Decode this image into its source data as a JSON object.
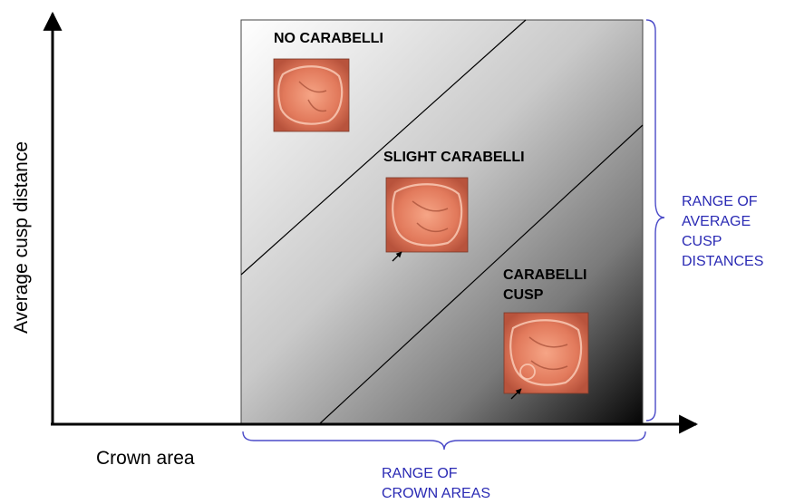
{
  "axes": {
    "x_title": "Crown area",
    "y_title": "Average cusp distance"
  },
  "zones": [
    {
      "label": "NO CARABELLI",
      "image": "molar-occlusal-photo-no-carabelli",
      "arrow": false
    },
    {
      "label": "SLIGHT CARABELLI",
      "image": "molar-occlusal-photo-slight-carabelli",
      "arrow": true
    },
    {
      "label": "CARABELLI\nCUSP",
      "image": "molar-occlusal-photo-carabelli-cusp",
      "arrow": true
    }
  ],
  "ranges": {
    "x_label": "RANGE OF\nCROWN AREAS",
    "y_label": "RANGE OF\nAVERAGE\nCUSP\nDISTANCES"
  },
  "colors": {
    "range_text": "#2a2ab4",
    "brace": "#4a4ac8",
    "gradient_light": "#ffffff",
    "gradient_dark": "#000000",
    "photo_base": "#e87a5c"
  }
}
